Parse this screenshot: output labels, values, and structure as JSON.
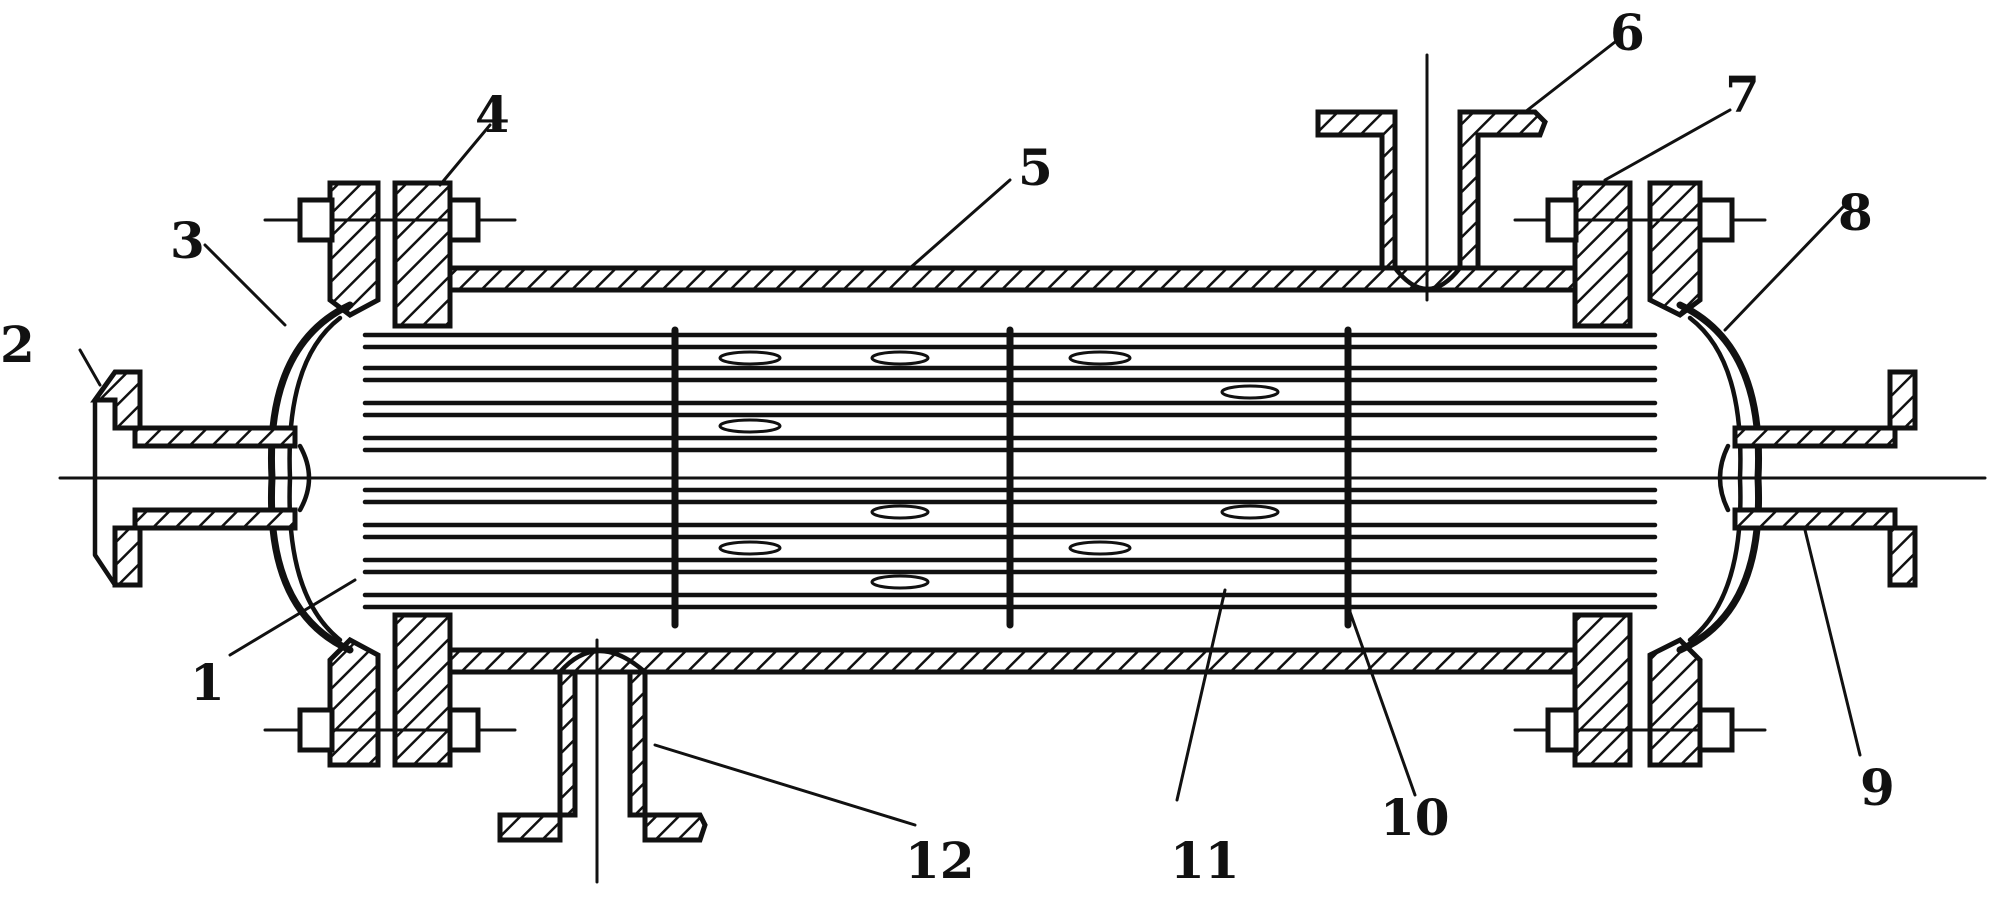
{
  "diagram": {
    "labels": {
      "l1": "1",
      "l2": "2",
      "l3": "3",
      "l4": "4",
      "l5": "5",
      "l6": "6",
      "l7": "7",
      "l8": "8",
      "l9": "9",
      "l10": "10",
      "l11": "11",
      "l12": "12"
    }
  },
  "colors": {
    "ink": "#111111",
    "background": "#ffffff"
  }
}
